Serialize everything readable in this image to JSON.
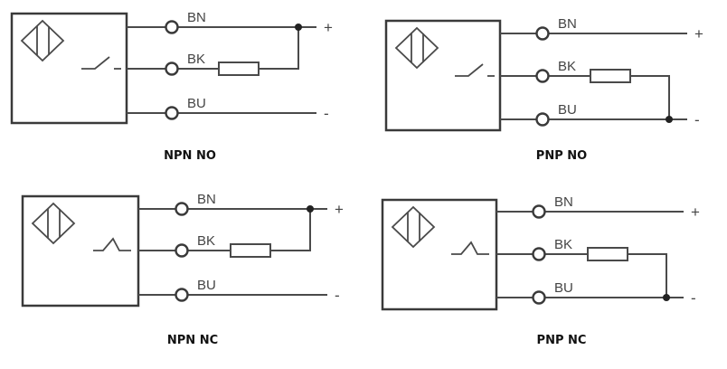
{
  "diagrams": [
    {
      "id": "npn-no",
      "title": "NPN NO",
      "switch": "NO",
      "load_tie": "plus",
      "wires": [
        {
          "label": "BN",
          "polarity": "+"
        },
        {
          "label": "BK",
          "polarity": ""
        },
        {
          "label": "BU",
          "polarity": "-"
        }
      ]
    },
    {
      "id": "pnp-no",
      "title": "PNP NO",
      "switch": "NO",
      "load_tie": "minus",
      "wires": [
        {
          "label": "BN",
          "polarity": "+"
        },
        {
          "label": "BK",
          "polarity": ""
        },
        {
          "label": "BU",
          "polarity": "-"
        }
      ]
    },
    {
      "id": "npn-nc",
      "title": "NPN NC",
      "switch": "NC",
      "load_tie": "plus",
      "wires": [
        {
          "label": "BN",
          "polarity": "+"
        },
        {
          "label": "BK",
          "polarity": ""
        },
        {
          "label": "BU",
          "polarity": "-"
        }
      ]
    },
    {
      "id": "pnp-nc",
      "title": "PNP NC",
      "switch": "NC",
      "load_tie": "minus",
      "wires": [
        {
          "label": "BN",
          "polarity": "+"
        },
        {
          "label": "BK",
          "polarity": ""
        },
        {
          "label": "BU",
          "polarity": "-"
        }
      ]
    }
  ]
}
